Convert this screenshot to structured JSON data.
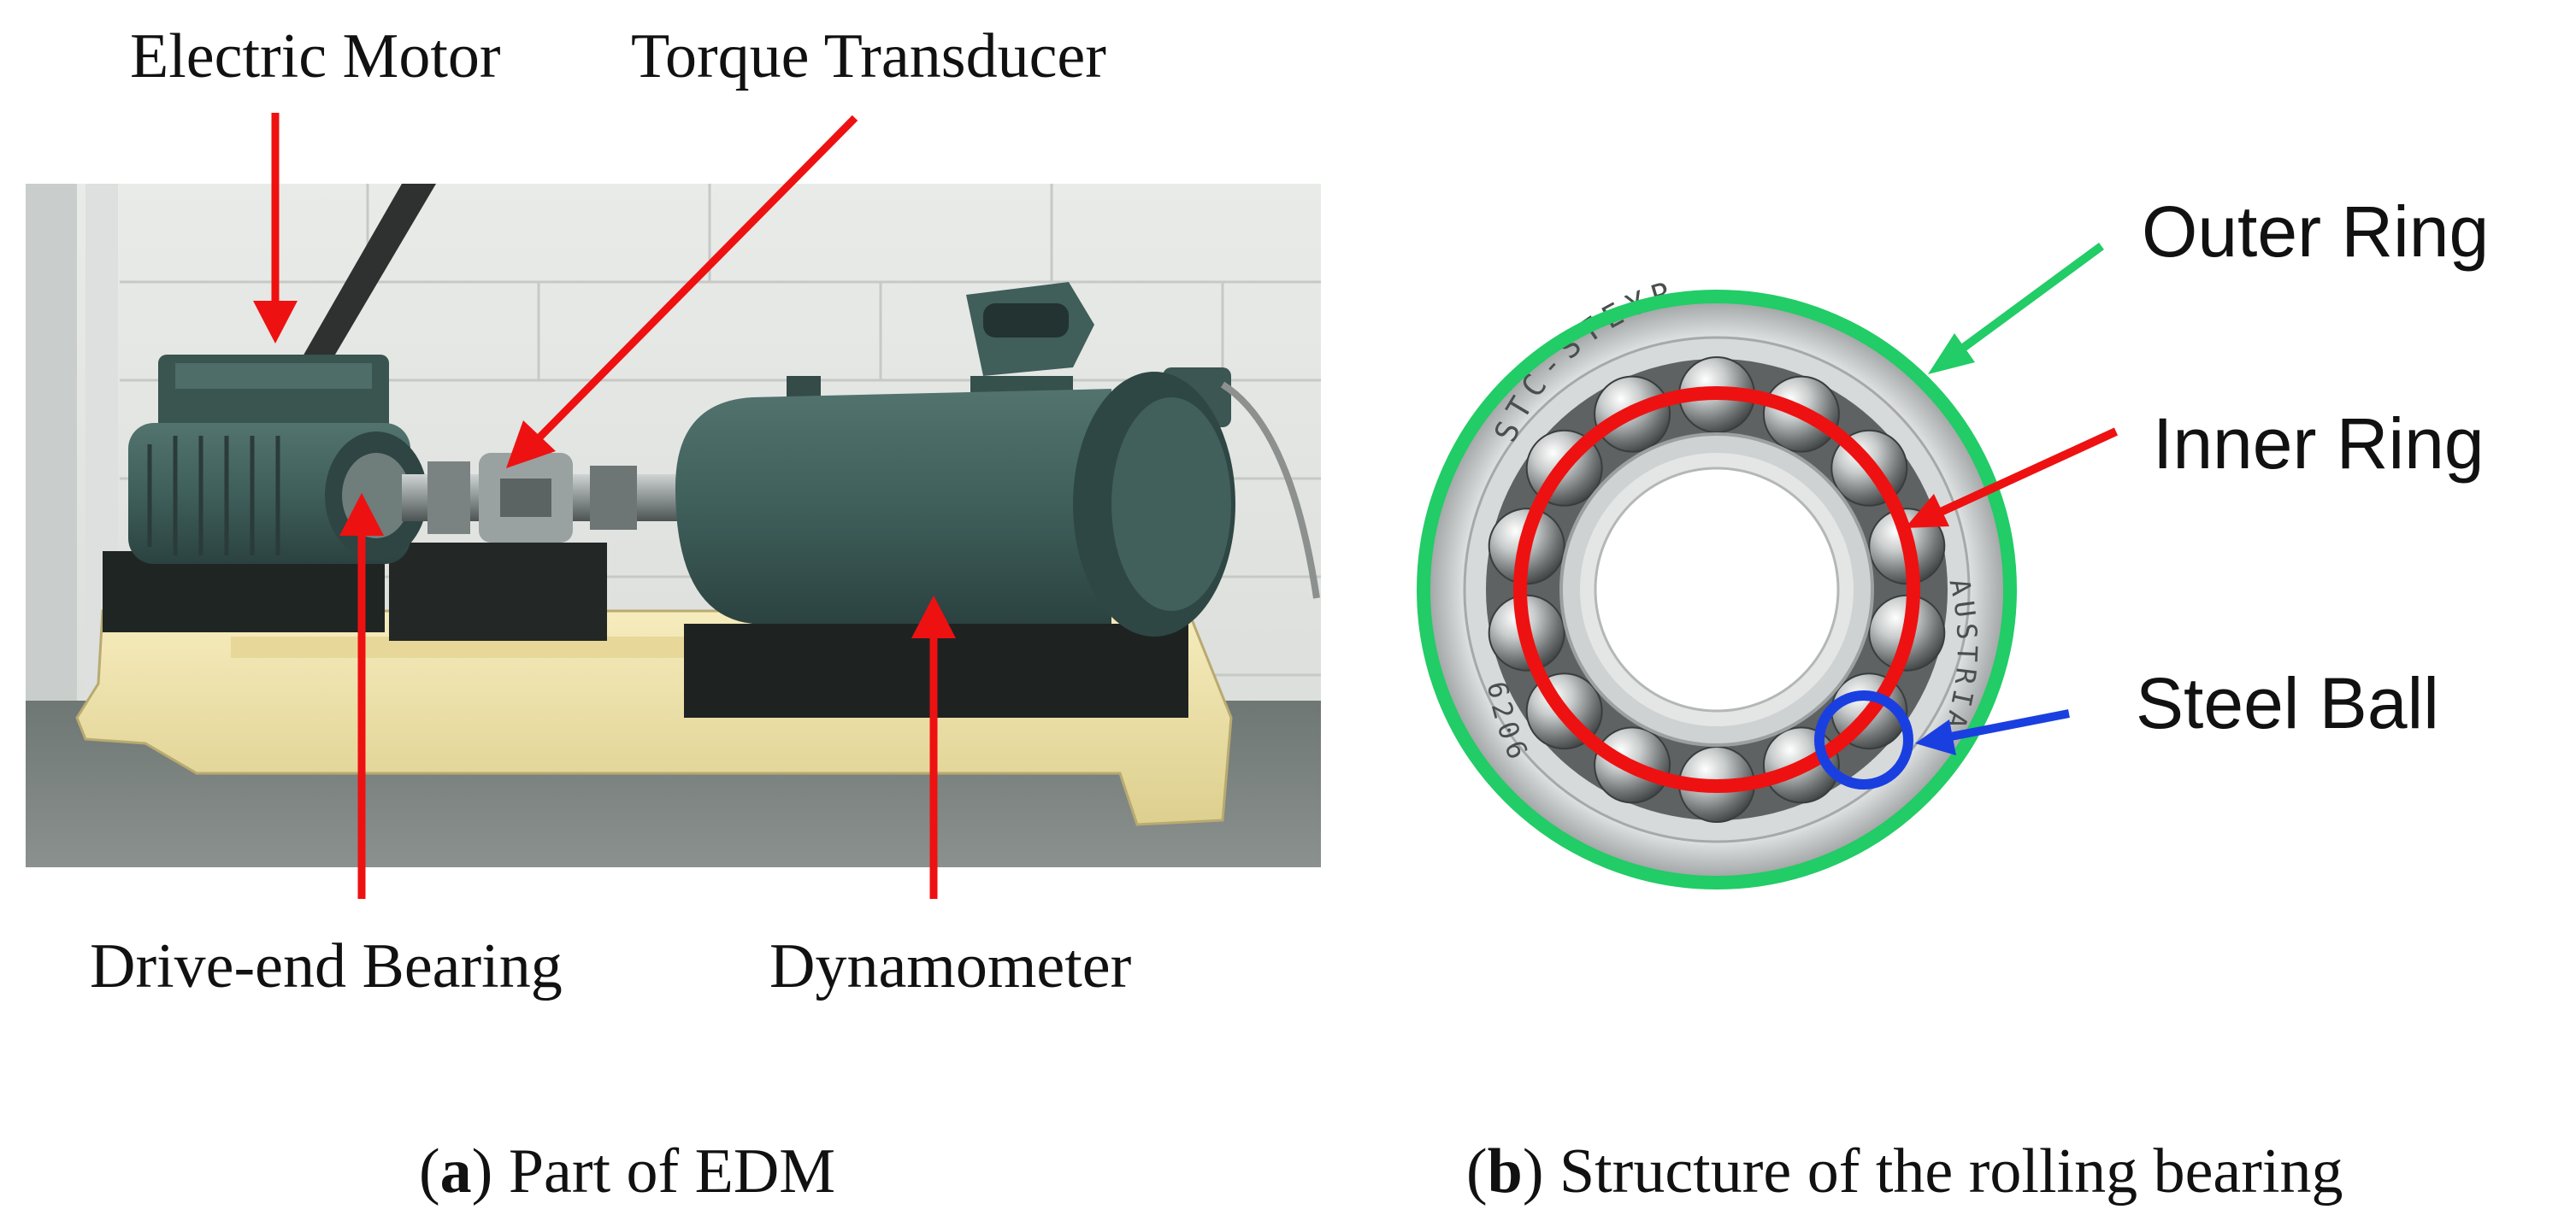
{
  "panel_a": {
    "callouts": {
      "electric_motor": "Electric Motor",
      "torque_transducer": "Torque Transducer",
      "drive_end_bearing": "Drive-end Bearing",
      "dynamometer": "Dynamometer"
    },
    "caption": {
      "letter": "a",
      "text": "Part of EDM"
    }
  },
  "panel_b": {
    "callouts": {
      "outer_ring": "Outer Ring",
      "inner_ring": "Inner Ring",
      "steel_ball": "Steel Ball"
    },
    "bearing_markings": {
      "top": "STC-STEYR",
      "right": "AUSTRIA",
      "left": "6206"
    },
    "caption": {
      "letter": "b",
      "text": "Structure of the rolling bearing"
    }
  },
  "colors": {
    "red_arrow": "#ee1111",
    "green_ring": "#22cc66",
    "blue_ball": "#1a3fe0",
    "motor": "#3f5f5b",
    "base": "#efe2a6"
  }
}
